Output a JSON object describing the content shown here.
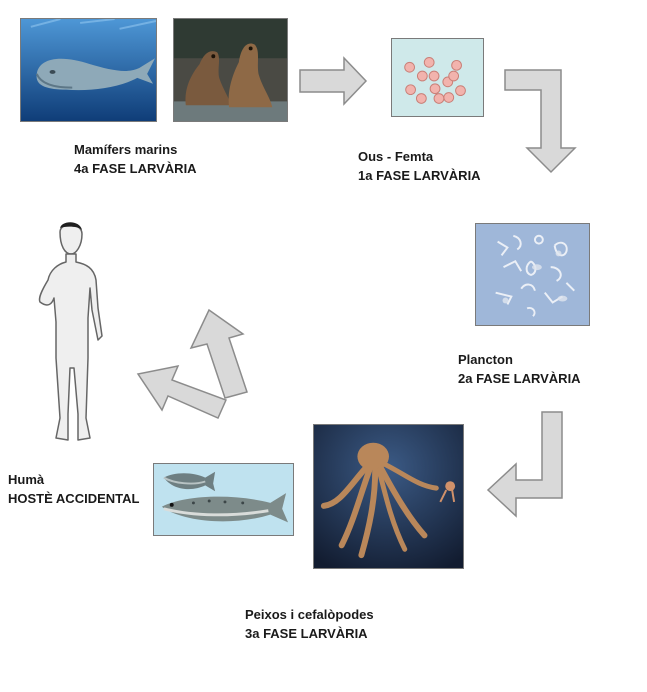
{
  "stages": {
    "mammals": {
      "name": "Mamífers marins",
      "phase": "4a FASE LARVÀRIA",
      "icon": "whale-and-sea-lions-photo"
    },
    "eggs": {
      "name": "Ous - Femta",
      "phase": "1a FASE LARVÀRIA",
      "icon": "eggs-icon"
    },
    "plankton": {
      "name": "Plancton",
      "phase": "2a FASE LARVÀRIA",
      "icon": "plankton-photo"
    },
    "fish": {
      "name": "Peixos i cefalòpodes",
      "phase": "3a FASE LARVÀRIA",
      "icon": "fish-and-octopus-photo"
    },
    "human": {
      "name": "Humà",
      "phase": "HOSTÈ ACCIDENTAL",
      "icon": "human-silhouette-icon"
    }
  },
  "colors": {
    "arrow_fill": "#d9d9d9",
    "arrow_stroke": "#8c8c8c",
    "ocean": "#1f5f9e",
    "egg_bg": "#cfe9ea",
    "egg": "#f2b3ad",
    "plankton_bg": "#9fb7d9",
    "fish_bg": "#bfe2ef",
    "octopus_bg": "#1d3050",
    "octopus": "#b9875a"
  }
}
